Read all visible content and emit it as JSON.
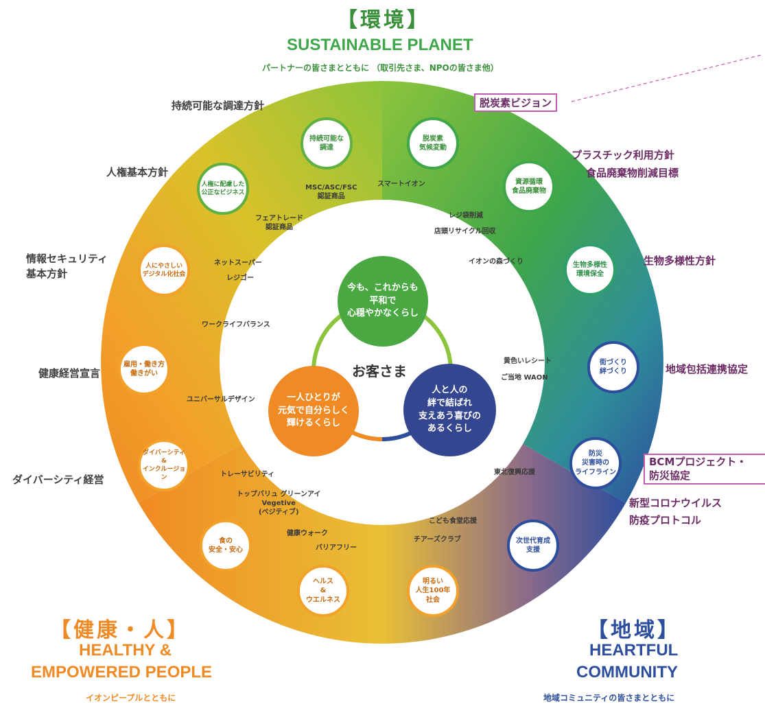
{
  "colors": {
    "green": "#55b043",
    "blue": "#2d4e9c",
    "orange": "#f08a24",
    "purple": "#6b2a63",
    "pink": "#c45bb0"
  },
  "environment": {
    "jp": "【環境】",
    "en": "SUSTAINABLE PLANET",
    "sub": "パートナーの皆さまとともに （取引先さま、NPOの皆さま他）"
  },
  "health": {
    "jp": "【健康・人】",
    "en1": "HEALTHY &",
    "en2": "EMPOWERED PEOPLE",
    "sub": "イオンピープルとともに"
  },
  "community": {
    "jp": "【地域】",
    "en1": "HEARTFUL",
    "en2": "COMMUNITY",
    "sub": "地域コミュニティの皆さまとともに"
  },
  "policies": {
    "procurement": "持続可能な調達方針",
    "human_rights": "人権基本方針",
    "infosec1": "情報セキュリティ",
    "infosec2": "基本方針",
    "health_mgmt": "健康経営宣言",
    "diversity": "ダイバーシティ経営",
    "decarbon": "脱炭素ビジョン",
    "plastic": "プラスチック利用方針",
    "food_waste": "食品廃棄物削減目標",
    "biodiversity": "生物多様性方針",
    "regional": "地域包括連携協定",
    "bcm1": "BCMプロジェクト・",
    "bcm2": "防災協定",
    "covid1": "新型コロナウイルス",
    "covid2": "防疫プロトコル"
  },
  "nodes": {
    "n1": "持続可能な\n調達",
    "n2": "脱炭素\n気候変動",
    "n3": "資源循環\n食品廃棄物",
    "n4": "生物多様性\n環境保全",
    "n5": "街づくり\n絆づくり",
    "n6": "防災\n災害時の\nライフライン",
    "n7": "次世代育成\n支援",
    "n8": "明るい\n人生100年\n社会",
    "n9": "ヘルス\n&\nウエルネス",
    "n10": "食の\n安全・安心",
    "n11": "ダイバーシティ\n&\nインクルージョン",
    "n12": "雇用・働き方\n働きがい",
    "n13": "人にやさしい\nデジタル化社会",
    "n14": "人権に配慮した\n公正なビジネス"
  },
  "center": {
    "customers": "お客さま",
    "env": "今も、これからも\n平和で\n心穏やかなくらし",
    "health": "一人ひとりが\n元気で自分らしく\n輝けるくらし",
    "community": "人と人の\n絆で結ばれ\n支えあう喜びの\nあるくらし"
  },
  "illustrations": {
    "msc": "MSC/ASC/FSC\n認証商品",
    "smart": "スマートイオン",
    "bags": "レジ袋削減",
    "recycle": "店頭リサイクル回収",
    "fair": "フェアトレード\n認証商品",
    "net": "ネットスーパー",
    "regigo": "レジゴー",
    "forest": "イオンの森づくり",
    "wlb": "ワークライフバランス",
    "yellow": "黄色いレシート",
    "waon": "ご当地 WAON",
    "universal": "ユニバーサルデザイン",
    "trace": "トレーサビリティ",
    "tohoku": "東北復興応援",
    "topvalu": "トップバリュ グリーンアイ\nVegetive\n(ベジティブ)",
    "walk": "健康ウォーク",
    "kids": "こども食堂応援",
    "cheers": "チアーズクラブ",
    "barrier": "バリアフリー"
  }
}
